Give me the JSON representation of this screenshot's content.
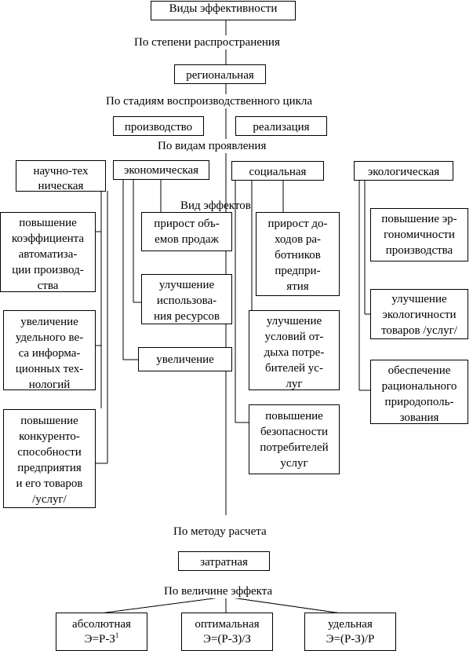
{
  "diagram": {
    "root": "Виды эффективности",
    "level1_label": "По степени распространения",
    "regional": "региональная",
    "level2_label": "По стадиям воспроизводственного цикла",
    "production": "производство",
    "realization": "реализация",
    "level3_label": "По видам проявления",
    "scientific_title": "научно-техническая",
    "economic_title": "экономическая",
    "social_title": "социальная",
    "ecological_title": "экологическая",
    "effect_label": "Вид эффектов",
    "scientific_items": [
      [
        "повышение",
        "коэффициента",
        "автоматиза-",
        "ции производ-",
        "ства"
      ],
      [
        "увеличение",
        "удельного ве-",
        "са информа-",
        "ционных тех-",
        "нологий"
      ],
      [
        "повышение",
        "конкуренто-",
        "способности",
        "предприятия",
        "и его товаров",
        "/услуг/"
      ]
    ],
    "economic_items": [
      [
        "прирост объ-",
        "емов продаж"
      ],
      [
        "улучшение",
        "использова-",
        "ния ресурсов"
      ],
      [
        "увеличение"
      ]
    ],
    "social_items": [
      [
        "прирост до-",
        "ходов ра-",
        "ботников",
        "предпри-",
        "ятия"
      ],
      [
        "улучшение",
        "условий от-",
        "дыха потре-",
        "бителей ус-",
        "луг"
      ],
      [
        "повышение",
        "безопасности",
        "потребителей",
        "услуг"
      ]
    ],
    "ecological_items": [
      [
        "повышение эр-",
        "гономичности",
        "производства"
      ],
      [
        "улучшение",
        "экологичности",
        "товаров /услуг/"
      ],
      [
        "обеспечение",
        "рационального",
        "природополь-",
        "зования"
      ]
    ],
    "level4_label": "По методу расчета",
    "costly": "затратная",
    "level5_label": "По величине эффекта",
    "absolute_name": "абсолютная",
    "absolute_formula": "Э=Р-З",
    "absolute_sup": "1",
    "optimal_name": "оптимальная",
    "optimal_formula": "Э=(Р-З)/З",
    "specific_name": "удельная",
    "specific_formula": "Э=(Р-З)/Р"
  }
}
